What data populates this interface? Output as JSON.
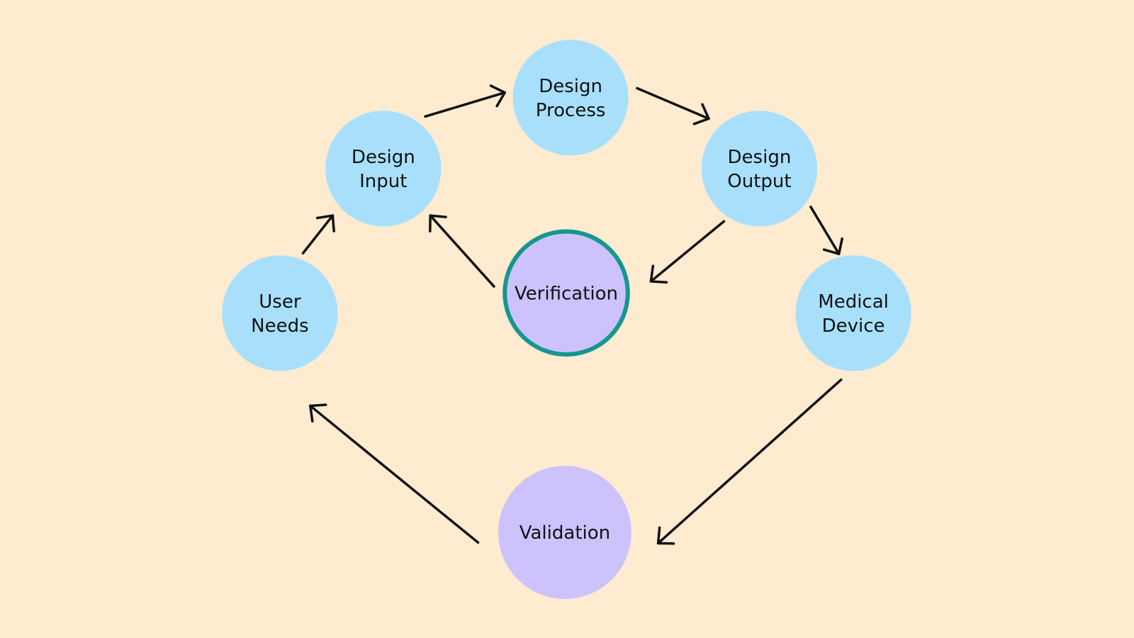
{
  "colors": {
    "background": "#FFEBCF",
    "process_node": "#A8E0FC",
    "check_node": "#CDC2FC",
    "verification_border": "#14978F",
    "arrow": "#111111",
    "text": "#111111"
  },
  "nodes": [
    {
      "id": "user-needs",
      "lines": [
        "User",
        "Needs"
      ],
      "kind": "process"
    },
    {
      "id": "design-input",
      "lines": [
        "Design",
        "Input"
      ],
      "kind": "process"
    },
    {
      "id": "design-process",
      "lines": [
        "Design",
        "Process"
      ],
      "kind": "process"
    },
    {
      "id": "design-output",
      "lines": [
        "Design",
        "Output"
      ],
      "kind": "process"
    },
    {
      "id": "medical-device",
      "lines": [
        "Medical",
        "Device"
      ],
      "kind": "process"
    },
    {
      "id": "verification",
      "lines": [
        "Verification"
      ],
      "kind": "check",
      "highlighted": true
    },
    {
      "id": "validation",
      "lines": [
        "Validation"
      ],
      "kind": "check"
    }
  ],
  "edges": [
    {
      "from": "user-needs",
      "to": "design-input"
    },
    {
      "from": "design-input",
      "to": "design-process"
    },
    {
      "from": "design-process",
      "to": "design-output"
    },
    {
      "from": "design-output",
      "to": "medical-device"
    },
    {
      "from": "design-output",
      "to": "verification"
    },
    {
      "from": "verification",
      "to": "design-input"
    },
    {
      "from": "medical-device",
      "to": "validation"
    },
    {
      "from": "validation",
      "to": "user-needs"
    }
  ]
}
